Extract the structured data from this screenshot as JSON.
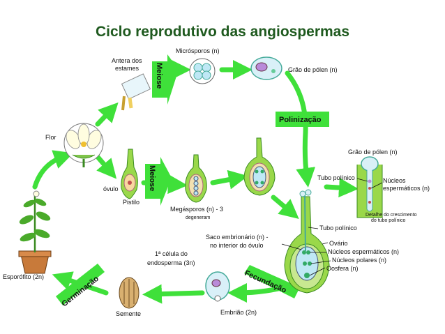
{
  "title": "Ciclo reprodutivo das angiospermas",
  "stages": {
    "meiose_top": "Meiose",
    "meiose_mid": "Meiose",
    "polinizacao": "Polinização",
    "fecundacao": "Fecundação",
    "germinacao": "Germinação"
  },
  "labels": {
    "antera_1": "Antera dos",
    "antera_2": "estames",
    "microsporos": "Micrósporos (n)",
    "grao_polen": "Grão de pólen (n)",
    "flor": "Flor",
    "ovulo": "óvulo",
    "pistilo": "Pistilo",
    "megasporos": "Megásporos (n) - 3",
    "degeneram": "degeneram",
    "grao_polen_detalhe": "Grão de pólen (n)",
    "tubo_polinico_detalhe": "Tubo polínico",
    "nucleos_1": "Núcleos",
    "nucleos_2": "espermáticos (n)",
    "detalhe_1": "Detalhe do crescimento",
    "detalhe_2": "do tubo polínico",
    "tubo_polinico": "Tubo polínico",
    "saco_1": "Saco embrionário (n) -",
    "saco_2": "no interior do óvulo",
    "ovario": "Ovário",
    "nucleos_esperm": "Núcleos espermáticos (n)",
    "nucleos_polares": "Núcleos polares (n)",
    "oosfera": "Oosfera (n)",
    "celula_1": "1ª célula do",
    "celula_2": "endosperma (3n)",
    "esporofito": "Esporófito (2n)",
    "semente": "Semente",
    "embriao": "Embrião (2n)"
  },
  "colors": {
    "title": "#1f5a1f",
    "arrow": "#3fe03a",
    "arrow_dark": "#2aa827",
    "pistil": "#9ad84a",
    "ovary": "#c8e890",
    "sac": "#bfe8f5",
    "pollen": "#d9f0f8",
    "petal": "#fffde0"
  }
}
